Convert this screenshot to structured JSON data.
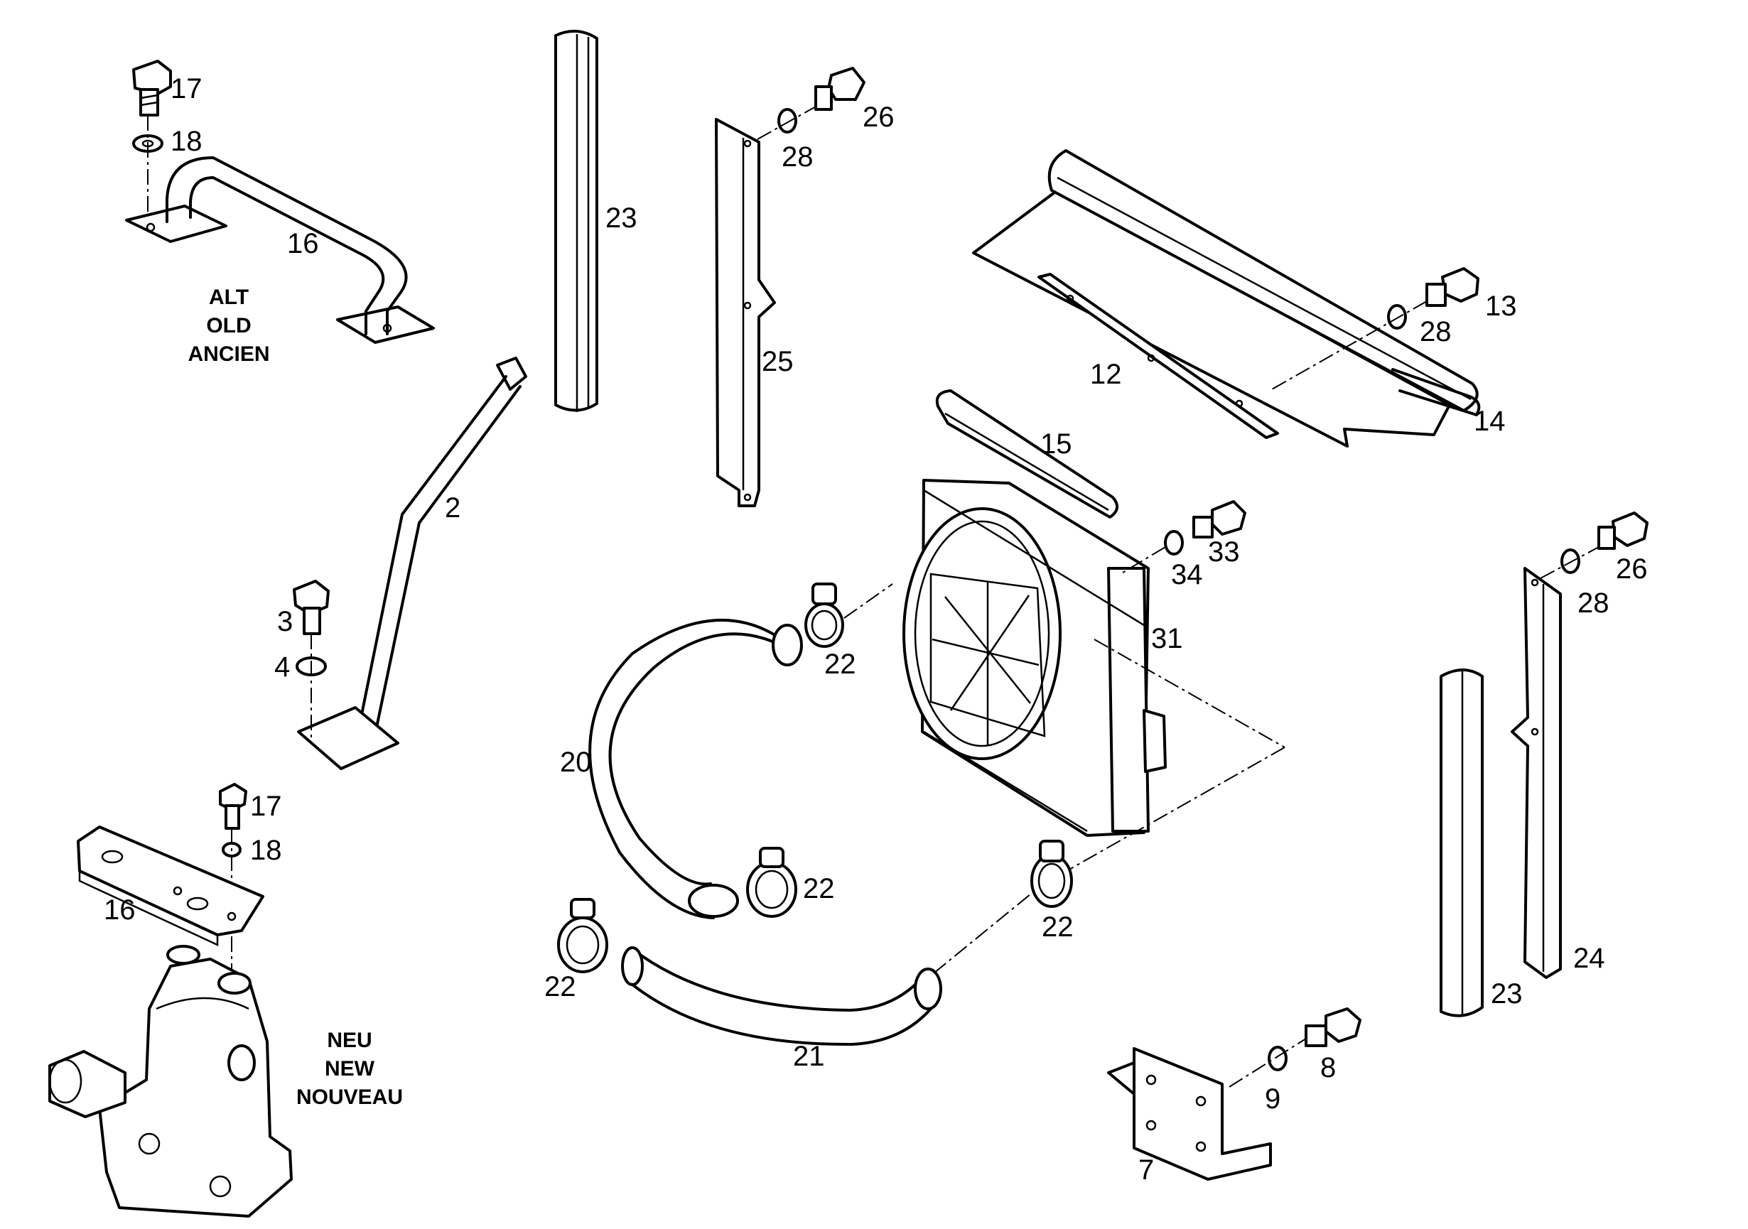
{
  "labels": {
    "p17a": "17",
    "p18a": "18",
    "p16a": "16",
    "p23a": "23",
    "p26a": "26",
    "p28a": "28",
    "p25": "25",
    "p12": "12",
    "p13": "13",
    "p28b": "28",
    "p14": "14",
    "p15": "15",
    "p2": "2",
    "p3": "3",
    "p4": "4",
    "p33": "33",
    "p34": "34",
    "p31": "31",
    "p26b": "26",
    "p28c": "28",
    "p22a": "22",
    "p20": "20",
    "p22b": "22",
    "p22c": "22",
    "p22d": "22",
    "p21": "21",
    "p17b": "17",
    "p18b": "18",
    "p16b": "16",
    "p24": "24",
    "p23b": "23",
    "p8": "8",
    "p9": "9",
    "p7": "7"
  },
  "variants": {
    "old": [
      "ALT",
      "OLD",
      "ANCIEN"
    ],
    "new": [
      "NEU",
      "NEW",
      "NOUVEAU"
    ]
  }
}
